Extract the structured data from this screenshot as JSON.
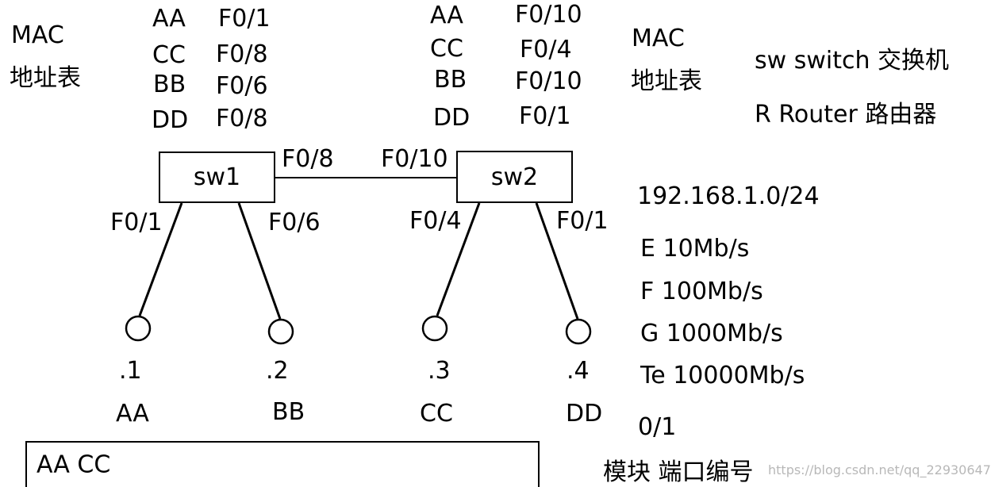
{
  "mac_tables": [
    {
      "title_line1": "MAC",
      "title_line2": "地址表",
      "rows": [
        {
          "mac": "AA",
          "port": "F0/1"
        },
        {
          "mac": "CC",
          "port": "F0/8"
        },
        {
          "mac": "BB",
          "port": "F0/6"
        },
        {
          "mac": "DD",
          "port": "F0/8"
        }
      ]
    },
    {
      "title_line1": "MAC",
      "title_line2": "地址表",
      "rows": [
        {
          "mac": "AA",
          "port": "F0/10"
        },
        {
          "mac": "CC",
          "port": "F0/4"
        },
        {
          "mac": "BB",
          "port": "F0/10"
        },
        {
          "mac": "DD",
          "port": "F0/1"
        }
      ]
    }
  ],
  "legend": {
    "sw": "sw  switch 交换机",
    "r": "R   Router  路由器"
  },
  "switches": [
    {
      "label": "sw1"
    },
    {
      "label": "sw2"
    }
  ],
  "links": {
    "trunk_sw1_port": "F0/8",
    "trunk_sw2_port": "F0/10"
  },
  "hosts": [
    {
      "port": "F0/1",
      "ip": ".1",
      "name": "AA"
    },
    {
      "port": "F0/6",
      "ip": ".2",
      "name": "BB"
    },
    {
      "port": "F0/4",
      "ip": ".3",
      "name": "CC"
    },
    {
      "port": "F0/1",
      "ip": ".4",
      "name": "DD"
    }
  ],
  "network": "192.168.1.0/24",
  "speeds": [
    "E  10Mb/s",
    "F  100Mb/s",
    "G  1000Mb/s",
    "Te  10000Mb/s"
  ],
  "port_example": "0/1",
  "port_example_caption": "模块  端口编号",
  "bottom_box_text": "AA  CC",
  "watermark": "https://blog.csdn.net/qq_22930647"
}
